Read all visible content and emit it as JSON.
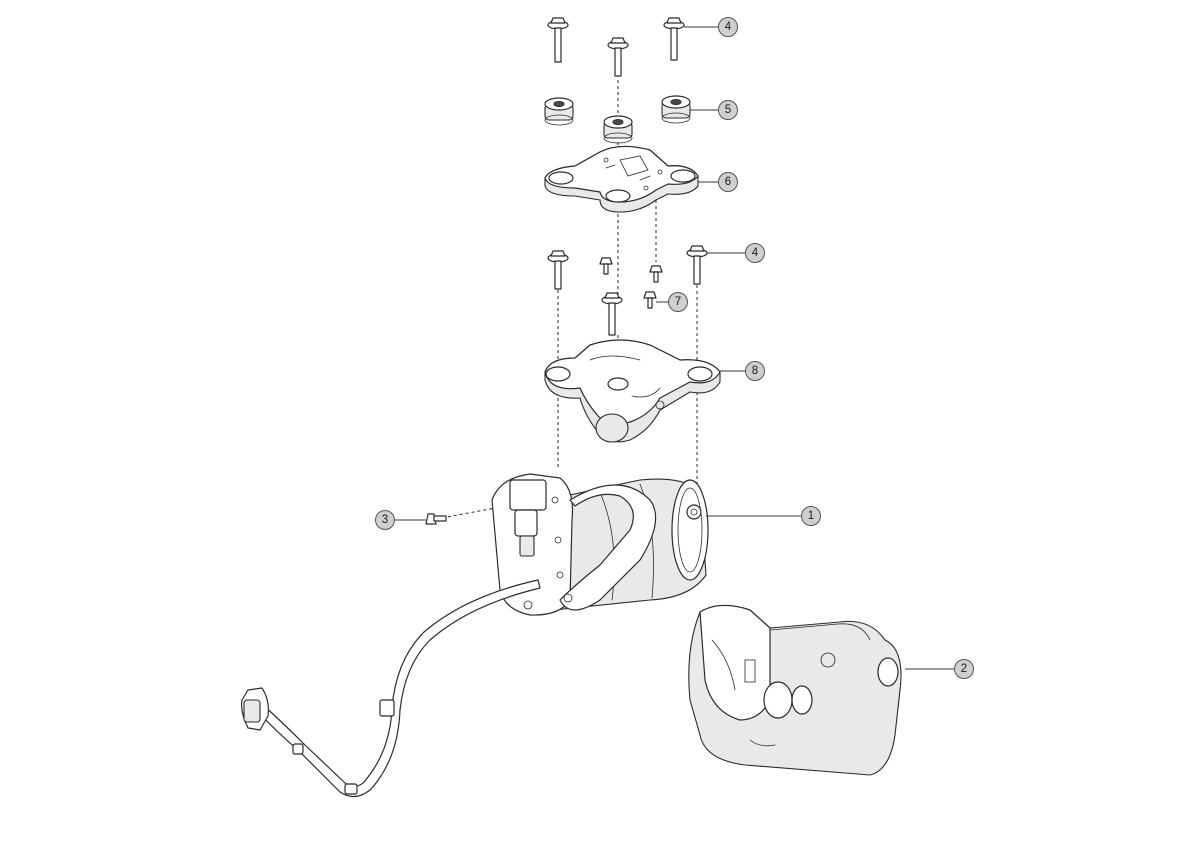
{
  "callouts": {
    "c1": "1",
    "c2": "2",
    "c3": "3",
    "c4_top": "4",
    "c4_mid": "4",
    "c5": "5",
    "c6": "6",
    "c7": "7",
    "c8": "8"
  },
  "colors": {
    "callout_fill": "#cfcfcf",
    "line": "#2b2b2b"
  }
}
